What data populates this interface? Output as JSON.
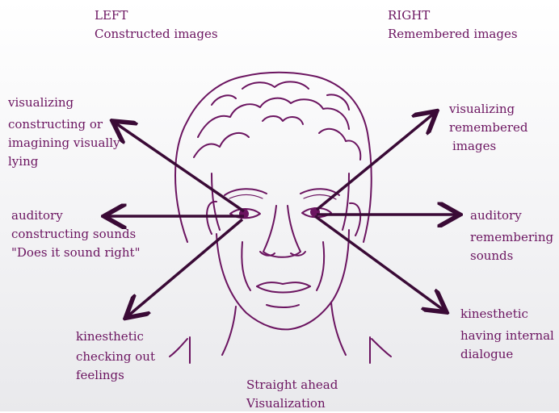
{
  "colors": {
    "ink": "#6b1460",
    "arrow": "#3a0a36",
    "background": "#f2f2f4"
  },
  "header_left": {
    "title": "LEFT",
    "subtitle": "Constructed images"
  },
  "header_right": {
    "title": "RIGHT",
    "subtitle": "Remembered images"
  },
  "left_visual": {
    "lines": [
      "visualizing",
      "constructing or",
      "imagining visually",
      "lying"
    ]
  },
  "left_auditory": {
    "lines": [
      "auditory",
      "constructing sounds",
      "\"Does it sound right\""
    ]
  },
  "left_kinesthetic": {
    "lines": [
      "kinesthetic",
      "checking out",
      "feelings"
    ]
  },
  "right_visual": {
    "lines": [
      "visualizing",
      "remembered",
      "images"
    ]
  },
  "right_auditory": {
    "lines": [
      "auditory",
      "remembering",
      "sounds"
    ]
  },
  "right_kinesthetic": {
    "lines": [
      "kinesthetic",
      "having internal",
      "dialogue"
    ]
  },
  "bottom": {
    "lines": [
      "Straight ahead",
      "Visualization"
    ]
  }
}
